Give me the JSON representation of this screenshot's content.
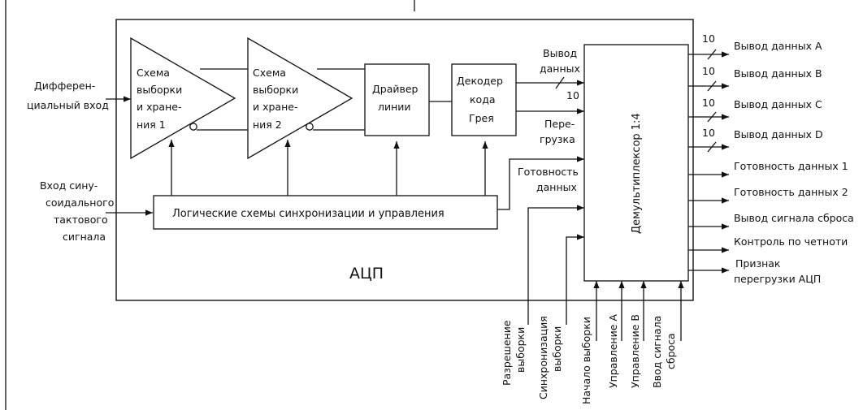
{
  "adc_label": "АЦП",
  "inputs": {
    "differential": [
      "Дифферен-",
      "циальный вход"
    ],
    "sine_clock": [
      "Вход сину-",
      "соидального",
      "тактового",
      "сигнала"
    ]
  },
  "blocks": {
    "sh1": [
      "Схема",
      "выборки",
      "и хране-",
      "ния 1"
    ],
    "sh2": [
      "Схема",
      "выборки",
      "и хране-",
      "ния 2"
    ],
    "line_driver": [
      "Драйвер",
      "линии"
    ],
    "gray_decoder": [
      "Декодер",
      "кода",
      "Грея"
    ],
    "logic": "Логические схемы синхронизации и управления",
    "demux": "Демультиплексор 1:4"
  },
  "internal_labels": {
    "data_out": [
      "Вывод",
      "данных"
    ],
    "bus_width": "10",
    "overload": [
      "Пере-",
      "грузка"
    ],
    "data_ready": [
      "Готовность",
      "данных"
    ]
  },
  "outputs": [
    "Вывод данных A",
    "Вывод данных B",
    "Вывод данных C",
    "Вывод данных D",
    "Готовность данных 1",
    "Готовность данных 2",
    "Вывод сигнала сброса",
    "Контроль по четноти",
    "Признак",
    "перегрузки АЦП"
  ],
  "output_bus_width": "10",
  "bottom_inputs": [
    [
      "Разрешение",
      "выборки"
    ],
    [
      "Синхронизация",
      "выборки"
    ],
    [
      "Начало выборки"
    ],
    [
      "Управление A"
    ],
    [
      "Управление B"
    ],
    [
      "Ввод сигнала",
      "сброса"
    ]
  ]
}
